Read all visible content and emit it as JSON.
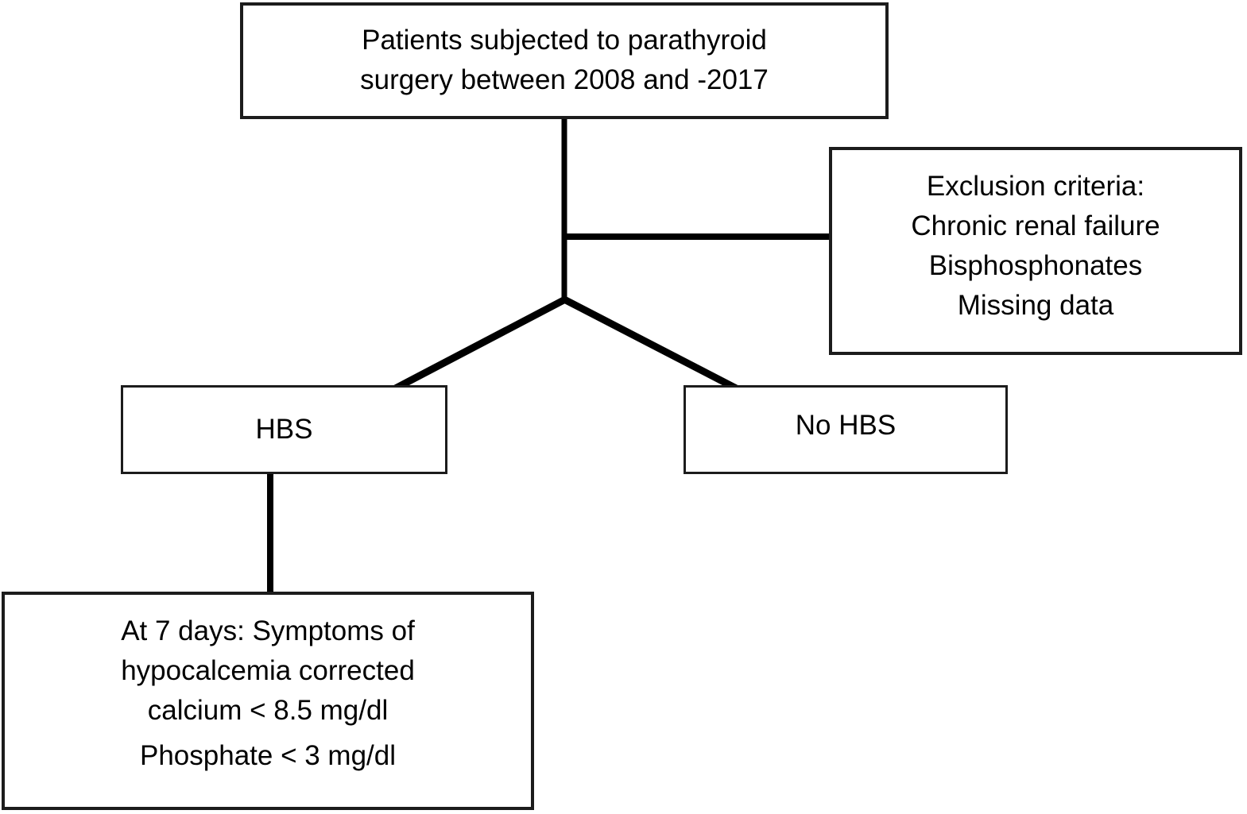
{
  "colors": {
    "line": "#000000",
    "border": "#1c1c1c",
    "background": "#ffffff",
    "text": "#000000"
  },
  "flowchart": {
    "patients_box": {
      "lines": [
        "Patients subjected to parathyroid",
        "surgery between 2008 and -2017"
      ]
    },
    "exclusion_box": {
      "lines": [
        "Exclusion criteria:",
        "Chronic renal failure",
        "Bisphosphonates",
        "Missing data"
      ]
    },
    "hbs_box": {
      "label": "HBS"
    },
    "no_hbs_box": {
      "label": "No HBS"
    },
    "outcome_box": {
      "lines": [
        "At 7 days: Symptoms of",
        "hypocalcemia corrected",
        "calcium < 8.5 mg/dl",
        "Phosphate < 3 mg/dl"
      ]
    }
  }
}
